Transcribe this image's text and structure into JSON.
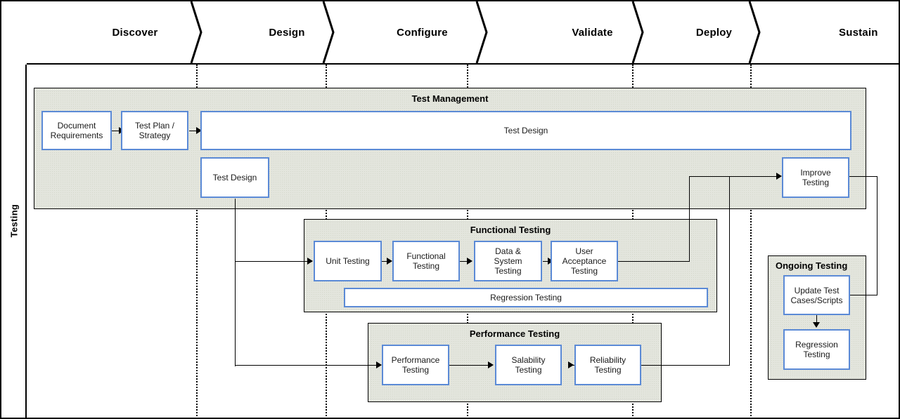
{
  "diagram": {
    "swimlane_label": "Testing",
    "phases": [
      {
        "label": "Discover"
      },
      {
        "label": "Design"
      },
      {
        "label": "Configure"
      },
      {
        "label": "Validate"
      },
      {
        "label": "Deploy"
      },
      {
        "label": "Sustain"
      }
    ],
    "groups": {
      "test_management": {
        "title": "Test Management"
      },
      "functional_testing": {
        "title": "Functional Testing"
      },
      "performance_testing": {
        "title": "Performance Testing"
      },
      "ongoing_testing": {
        "title": "Ongoing Testing"
      }
    },
    "boxes": {
      "document_requirements": "Document\nRequirements",
      "test_plan_strategy": "Test Plan /\nStrategy",
      "test_design_bar": "Test Design",
      "test_design_box": "Test Design",
      "improve_testing": "Improve\nTesting",
      "unit_testing": "Unit Testing",
      "functional_testing": "Functional\nTesting",
      "data_system_testing": "Data &\nSystem\nTesting",
      "user_acceptance_testing": "User\nAcceptance\nTesting",
      "regression_testing_bar": "Regression Testing",
      "performance_testing": "Performance\nTesting",
      "salability_testing": "Salability\nTesting",
      "reliability_testing": "Reliability\nTesting",
      "update_test_cases": "Update Test\nCases/Scripts",
      "regression_testing": "Regression\nTesting"
    },
    "colors": {
      "box_border": "#5b8ad6",
      "box_fill": "#ffffff",
      "group_fill": "#e3e5dd",
      "line": "#000000",
      "text": "#1a1a1a"
    }
  }
}
